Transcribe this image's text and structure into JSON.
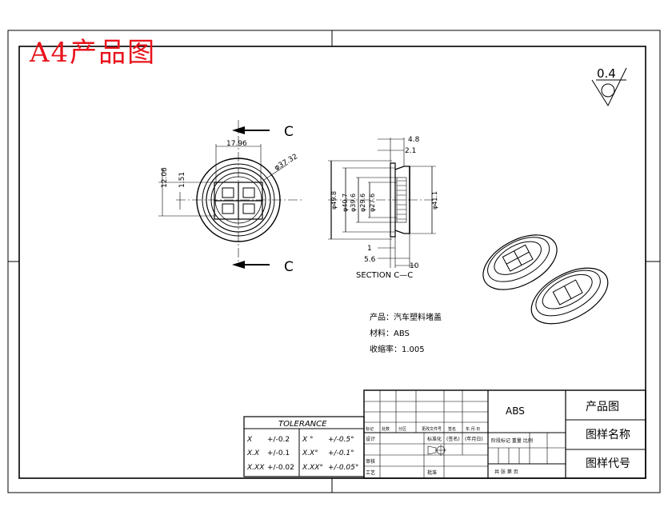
{
  "stamp": {
    "title": "A4产品图"
  },
  "roughness": {
    "value": "0.4"
  },
  "front_view": {
    "section_mark_top": "C",
    "section_mark_bottom": "C",
    "dim_width": "17.96",
    "dim_diameter": "φ37.32",
    "dim_height": "12.06",
    "dim_small": "1.51"
  },
  "section_view": {
    "caption": "SECTION C—C",
    "dim_top_1": "4.8",
    "dim_top_2": "2.1",
    "dim_left_outer": "φ49.8",
    "dim_left_2": "φ40.7",
    "dim_left_3": "φ39.6",
    "dim_left_4": "φ29.6",
    "dim_left_5": "φ27.6",
    "dim_right": "φ41.1",
    "dim_bottom_1": "1",
    "dim_bottom_2": "5.6",
    "dim_bottom_3": "10"
  },
  "notes": {
    "product": "产品：汽车塑料堵盖",
    "material": "材料：ABS",
    "shrinkage": "收缩率：1.005"
  },
  "tolerance": {
    "header": "TOLERANCE",
    "rows": [
      {
        "lin": "X",
        "lin_tol": "+/-0.2",
        "ang": "X °",
        "ang_tol": "+/-0.5°"
      },
      {
        "lin": "X.X",
        "lin_tol": "+/-0.1",
        "ang": "X.X°",
        "ang_tol": "+/-0.1°"
      },
      {
        "lin": "X.XX",
        "lin_tol": "+/-0.02",
        "ang": "X.XX°",
        "ang_tol": "+/-0.05°"
      }
    ]
  },
  "title_block": {
    "material": "ABS",
    "name_line1": "产品图",
    "name_line2": "图样名称",
    "code": "图样代号",
    "revision_headers": [
      "标记",
      "处数",
      "分区",
      "更改文件号",
      "签名",
      "年.月.日"
    ],
    "row_design": "设计",
    "row_std": "标准化",
    "row_sign": "(签名)",
    "row_date": "(年月日)",
    "row_check": "审核",
    "row_process": "工艺",
    "row_approve": "批准",
    "stage_headers": "阶段标记  重量  比例",
    "sheet_footer": "共  张  第  页"
  }
}
